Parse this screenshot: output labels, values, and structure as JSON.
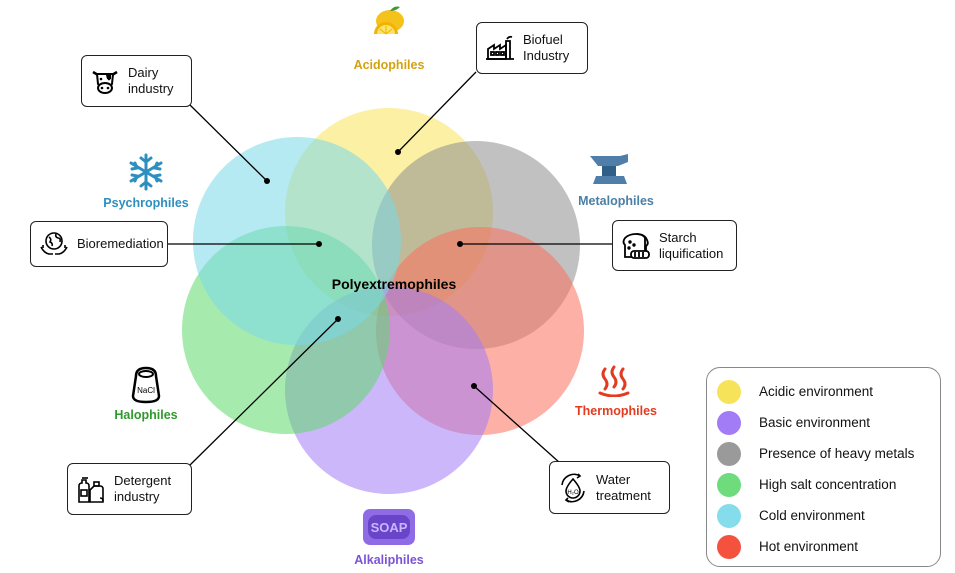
{
  "center": {
    "label": "Polyextremophiles"
  },
  "groups": [
    {
      "id": "acidophiles",
      "label": "Acidophiles",
      "color": "#d4a20f",
      "circle_color": "#f7e35a"
    },
    {
      "id": "metalophiles",
      "label": "Metalophiles",
      "color": "#4a7fa6",
      "circle_color": "#8e8e8e"
    },
    {
      "id": "thermophiles",
      "label": "Thermophiles",
      "color": "#e23b20",
      "circle_color": "#fb6f5c"
    },
    {
      "id": "alkaliphiles",
      "label": "Alkaliphiles",
      "color": "#7b54d6",
      "circle_color": "#a27cf6"
    },
    {
      "id": "halophiles",
      "label": "Halophiles",
      "color": "#2f9a2c",
      "circle_color": "#5fd86b"
    },
    {
      "id": "psychrophiles",
      "label": "Psychrophiles",
      "color": "#2c8fbf",
      "circle_color": "#78d9ea"
    }
  ],
  "applications": [
    {
      "id": "dairy",
      "label": "Dairy\nindustry",
      "icon": "cow-icon"
    },
    {
      "id": "biofuel",
      "label": "Biofuel\nIndustry",
      "icon": "factory-icon"
    },
    {
      "id": "bioremediation",
      "label": "Bioremediation",
      "icon": "globe-hands-icon"
    },
    {
      "id": "starch",
      "label": "Starch\nliquification",
      "icon": "bread-icon"
    },
    {
      "id": "detergent",
      "label": "Detergent\nindustry",
      "icon": "detergent-icon"
    },
    {
      "id": "water",
      "label": "Water\ntreatment",
      "icon": "water-cycle-icon"
    }
  ],
  "soap_text": "SOAP",
  "nacl_text": "NaCl",
  "legend": [
    {
      "label": "Acidic environment",
      "color": "#f7e35a"
    },
    {
      "label": "Basic environment",
      "color": "#a27cf6"
    },
    {
      "label": "Presence of heavy metals",
      "color": "#9a9a9a"
    },
    {
      "label": "High salt concentration",
      "color": "#6edb7c"
    },
    {
      "label": "Cold environment",
      "color": "#85dcea"
    },
    {
      "label": "Hot environment",
      "color": "#f5513f"
    }
  ]
}
